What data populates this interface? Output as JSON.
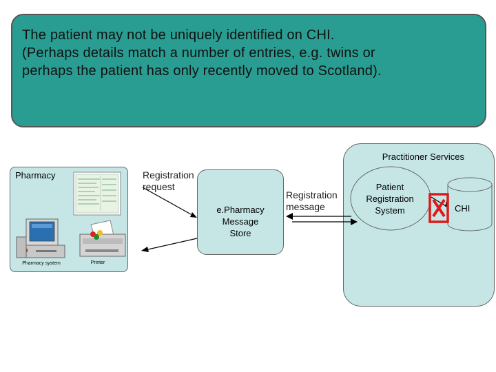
{
  "banner": {
    "lines": [
      "The patient may not be uniquely identified on CHI.",
      "(Perhaps details match a number of entries, e.g. twins or",
      "perhaps the patient has only recently moved to Scotland)."
    ]
  },
  "pharmacy": {
    "label": "Pharmacy",
    "system_caption": "Pharmacy system",
    "printer_caption": "Printer"
  },
  "registration_request": {
    "lines": [
      "Registration",
      "request"
    ]
  },
  "message_store": {
    "lines": [
      "e.Pharmacy",
      "Message",
      "Store"
    ]
  },
  "registration_message": {
    "lines": [
      "Registration",
      "message"
    ]
  },
  "practitioner_services": {
    "label": "Practitioner Services",
    "prs_lines": [
      "Patient",
      "Registration",
      "System"
    ],
    "chi_label": "CHI",
    "failure_mark": "x"
  },
  "colors": {
    "banner": "#2a9d92",
    "boxes": "#c6e6e6",
    "failure": "#e01818"
  }
}
